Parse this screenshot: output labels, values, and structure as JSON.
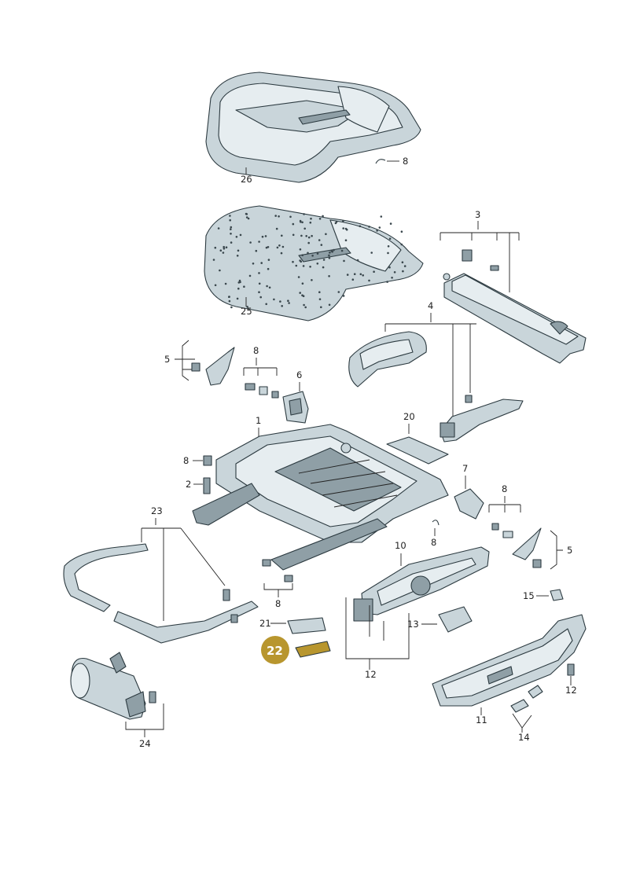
{
  "labels": {
    "l26": "26",
    "l8a": "8",
    "l3": "3",
    "l25": "25",
    "l4": "4",
    "l5a": "5",
    "l8b": "8",
    "l6": "6",
    "l1": "1",
    "l20": "20",
    "l8c": "8",
    "l2": "2",
    "l7": "7",
    "l8d": "8",
    "l23": "23",
    "l5b": "5",
    "l8e": "8",
    "l10": "10",
    "l15": "15",
    "l21": "21",
    "l13": "13",
    "l22": "22",
    "l12a": "12",
    "l12b": "12",
    "l11": "11",
    "l24": "24",
    "l14": "14"
  },
  "colors": {
    "callout": "#b8962e",
    "part_light": "#e6edf0",
    "part_mid": "#c9d5da",
    "part_dark": "#8f9fa6"
  }
}
